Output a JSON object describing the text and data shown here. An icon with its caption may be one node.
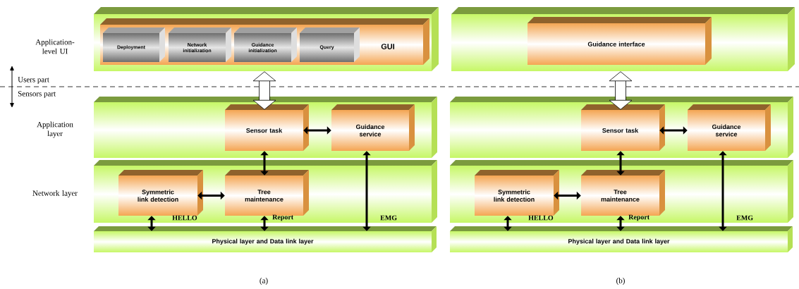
{
  "diagram": {
    "nodes": [
      {
        "text": [
          "Application-level UI"
        ]
      },
      {
        "text": [
          "GUI"
        ],
        "in": 0
      },
      {
        "text": [
          "Deployment"
        ],
        "in": 1
      },
      {
        "text": [
          "Network initialization"
        ],
        "in": 1
      },
      {
        "text": [
          "Guidance initialization"
        ],
        "in": 1
      },
      {
        "text": [
          "Query"
        ],
        "in": 1
      },
      {
        "text": [
          "Application layer"
        ]
      },
      {
        "text": [
          "Sensor task"
        ],
        "in": 6
      },
      {
        "text": [
          "Guidance service"
        ],
        "in": 6
      },
      {
        "text": [
          "Network layer"
        ]
      },
      {
        "text": [
          "Symmetric link detection"
        ],
        "in": 9
      },
      {
        "text": [
          "Tree maintenance"
        ],
        "in": 9
      },
      {
        "text": [
          "Physical layer and Data link layer"
        ]
      },
      {
        "text": [],
        "shape": "box"
      },
      {
        "text": [
          "Guidance interface"
        ],
        "in": 13
      },
      {
        "text": [],
        "shape": "box"
      },
      {
        "text": [
          "Sensor task"
        ],
        "in": 15
      },
      {
        "text": [
          "Guidance service"
        ],
        "in": 15
      },
      {
        "text": [],
        "shape": "box"
      },
      {
        "text": [
          "Symmetric link detection"
        ],
        "in": 18
      },
      {
        "text": [
          "Tree maintenance"
        ],
        "in": 18
      },
      {
        "text": [
          "Physical layer and Data link layer"
        ]
      }
    ],
    "edges": [
      {
        "from": 0,
        "to": 7,
        "arrow": "both",
        "style": "thick"
      },
      {
        "from": 7,
        "to": 8,
        "arrow": "both"
      },
      {
        "from": 7,
        "to": 11,
        "arrow": "both"
      },
      {
        "from": 10,
        "to": 11,
        "arrow": "both"
      },
      {
        "from": 10,
        "to": 12,
        "arrow": "both",
        "label": "HELLO"
      },
      {
        "from": 11,
        "to": 12,
        "arrow": "both",
        "label": "Report"
      },
      {
        "from": 8,
        "to": 12,
        "arrow": "both",
        "label": "EMG"
      },
      {
        "from": 13,
        "to": 16,
        "arrow": "both",
        "style": "thick"
      },
      {
        "from": 16,
        "to": 17,
        "arrow": "both"
      },
      {
        "from": 16,
        "to": 20,
        "arrow": "both"
      },
      {
        "from": 19,
        "to": 20,
        "arrow": "both"
      },
      {
        "from": 19,
        "to": 21,
        "arrow": "both",
        "label": "HELLO"
      },
      {
        "from": 20,
        "to": 21,
        "arrow": "both",
        "label": "Report"
      },
      {
        "from": 17,
        "to": 21,
        "arrow": "both",
        "label": "EMG"
      }
    ],
    "labels": [
      "Users part",
      "Sensors part",
      "(a)",
      "(b)"
    ]
  }
}
